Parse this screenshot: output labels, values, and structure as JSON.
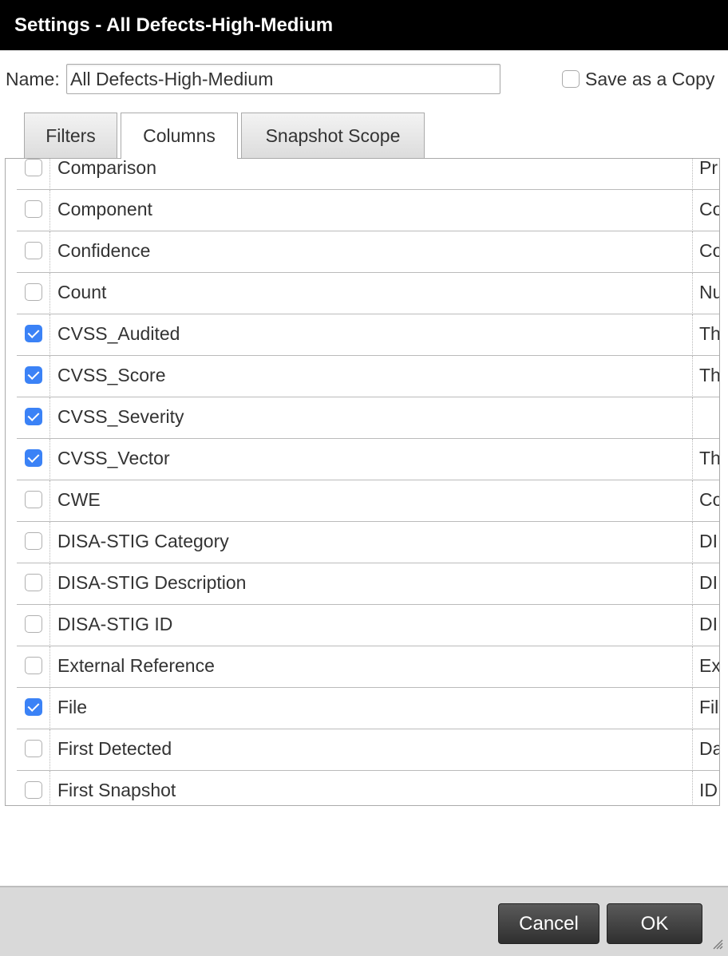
{
  "dialog": {
    "title": "Settings - All Defects-High-Medium"
  },
  "name_field": {
    "label": "Name:",
    "value": "All Defects-High-Medium"
  },
  "save_copy": {
    "label": "Save as a Copy",
    "checked": false
  },
  "tabs": [
    {
      "label": "Filters",
      "active": false
    },
    {
      "label": "Columns",
      "active": true
    },
    {
      "label": "Snapshot Scope",
      "active": false
    }
  ],
  "columns": [
    {
      "name": "Comparison",
      "desc": "Pr",
      "checked": false
    },
    {
      "name": "Component",
      "desc": "Co",
      "checked": false
    },
    {
      "name": "Confidence",
      "desc": "Co",
      "checked": false
    },
    {
      "name": "Count",
      "desc": "Nu",
      "checked": false
    },
    {
      "name": "CVSS_Audited",
      "desc": "Th",
      "checked": true
    },
    {
      "name": "CVSS_Score",
      "desc": "Th",
      "checked": true
    },
    {
      "name": "CVSS_Severity",
      "desc": "",
      "checked": true
    },
    {
      "name": "CVSS_Vector",
      "desc": "Th",
      "checked": true
    },
    {
      "name": "CWE",
      "desc": "Co",
      "checked": false
    },
    {
      "name": "DISA-STIG Category",
      "desc": "DI",
      "checked": false
    },
    {
      "name": "DISA-STIG Description",
      "desc": "DI",
      "checked": false
    },
    {
      "name": "DISA-STIG ID",
      "desc": "DI",
      "checked": false
    },
    {
      "name": "External Reference",
      "desc": "Ex",
      "checked": false
    },
    {
      "name": "File",
      "desc": "Fil",
      "checked": true
    },
    {
      "name": "First Detected",
      "desc": "Da",
      "checked": false
    },
    {
      "name": "First Snapshot",
      "desc": "ID",
      "checked": false
    }
  ],
  "buttons": {
    "cancel": "Cancel",
    "ok": "OK"
  },
  "colors": {
    "title_bar": "#000000",
    "checkbox_checked": "#3b82f6",
    "footer": "#d9d9d9",
    "button": "#3a3a3a"
  },
  "icons": {
    "resize": "resize-grip-icon",
    "check": "checkmark-icon"
  }
}
